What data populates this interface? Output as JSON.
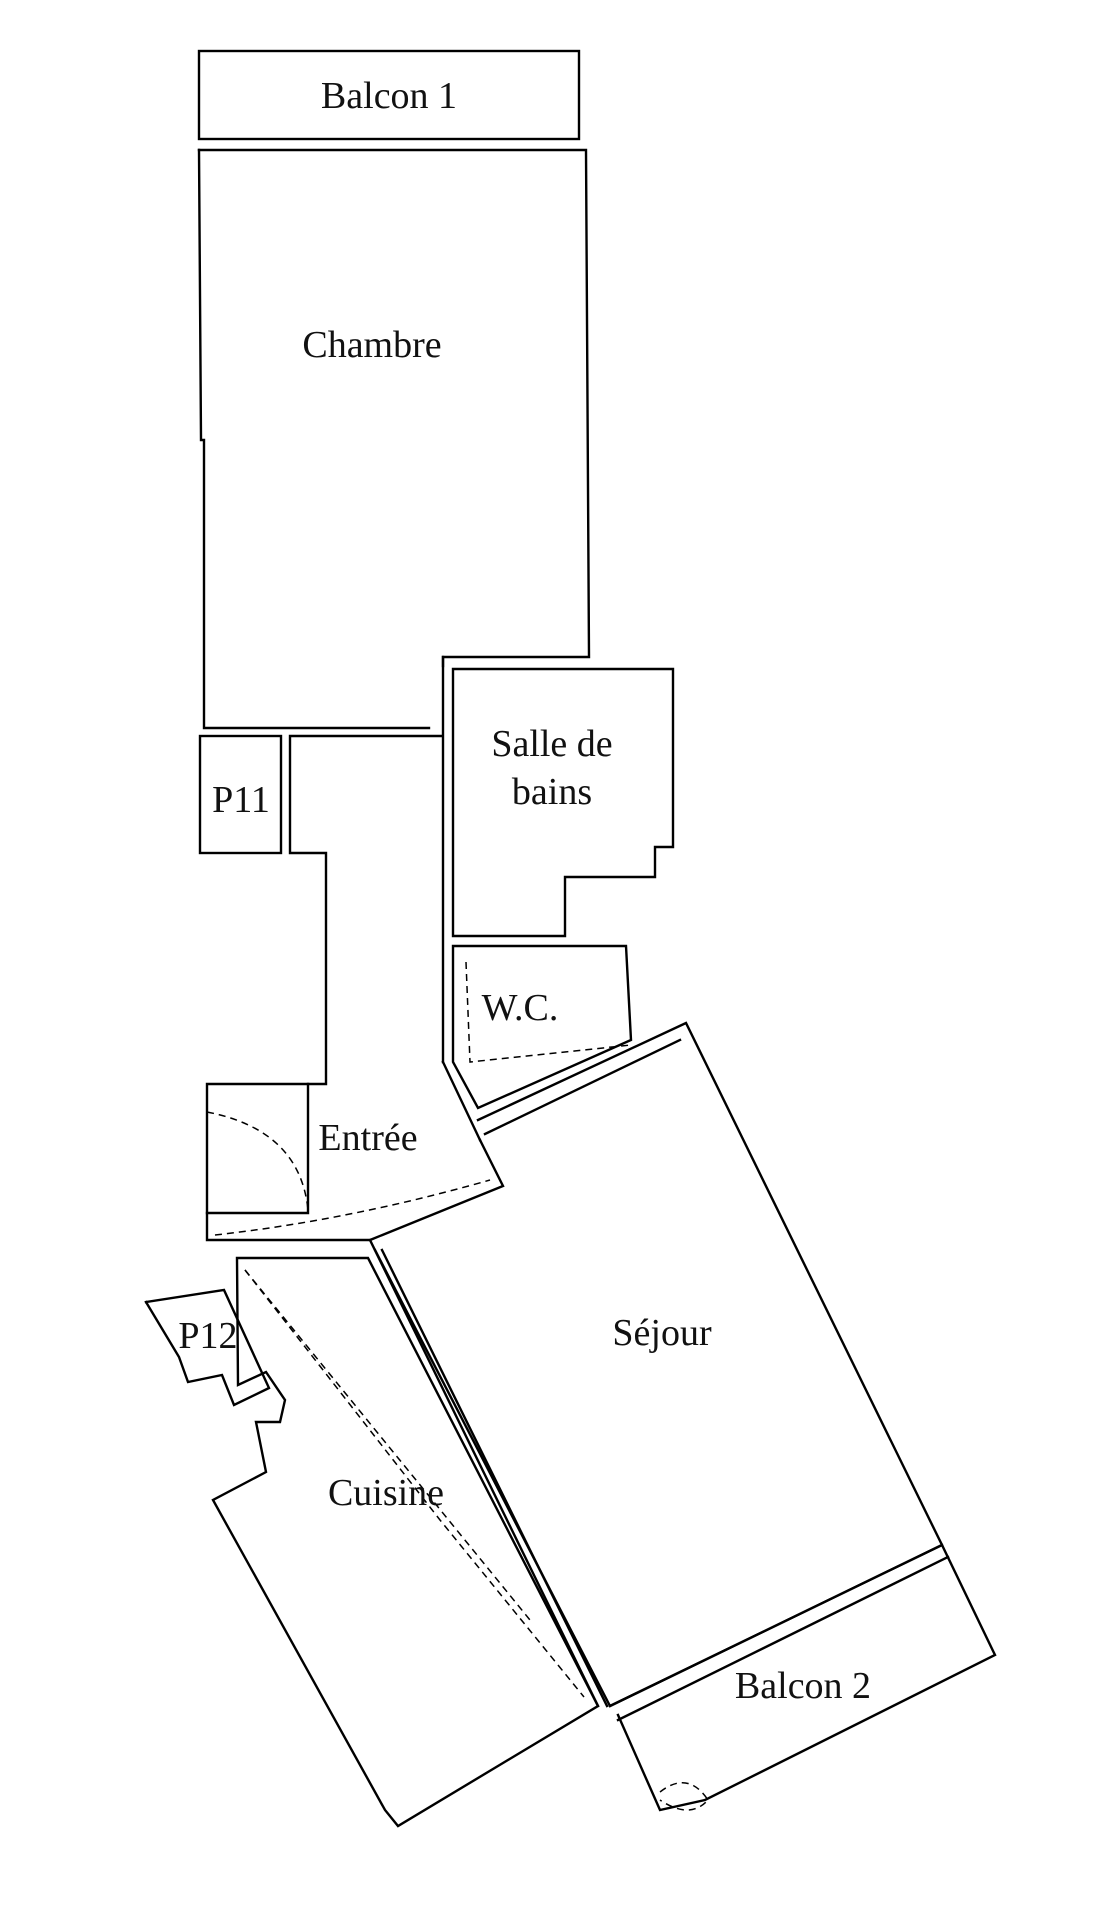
{
  "rooms": {
    "balcon1": "Balcon 1",
    "chambre": "Chambre",
    "salle_de_bains_line1": "Salle de",
    "salle_de_bains_line2": "bains",
    "p11": "P11",
    "wc": "W.C.",
    "entree": "Entrée",
    "p12": "P12",
    "sejour": "Séjour",
    "cuisine": "Cuisine",
    "balcon2": "Balcon 2"
  },
  "colors": {
    "background": "#ffffff",
    "lines": "#000000"
  }
}
